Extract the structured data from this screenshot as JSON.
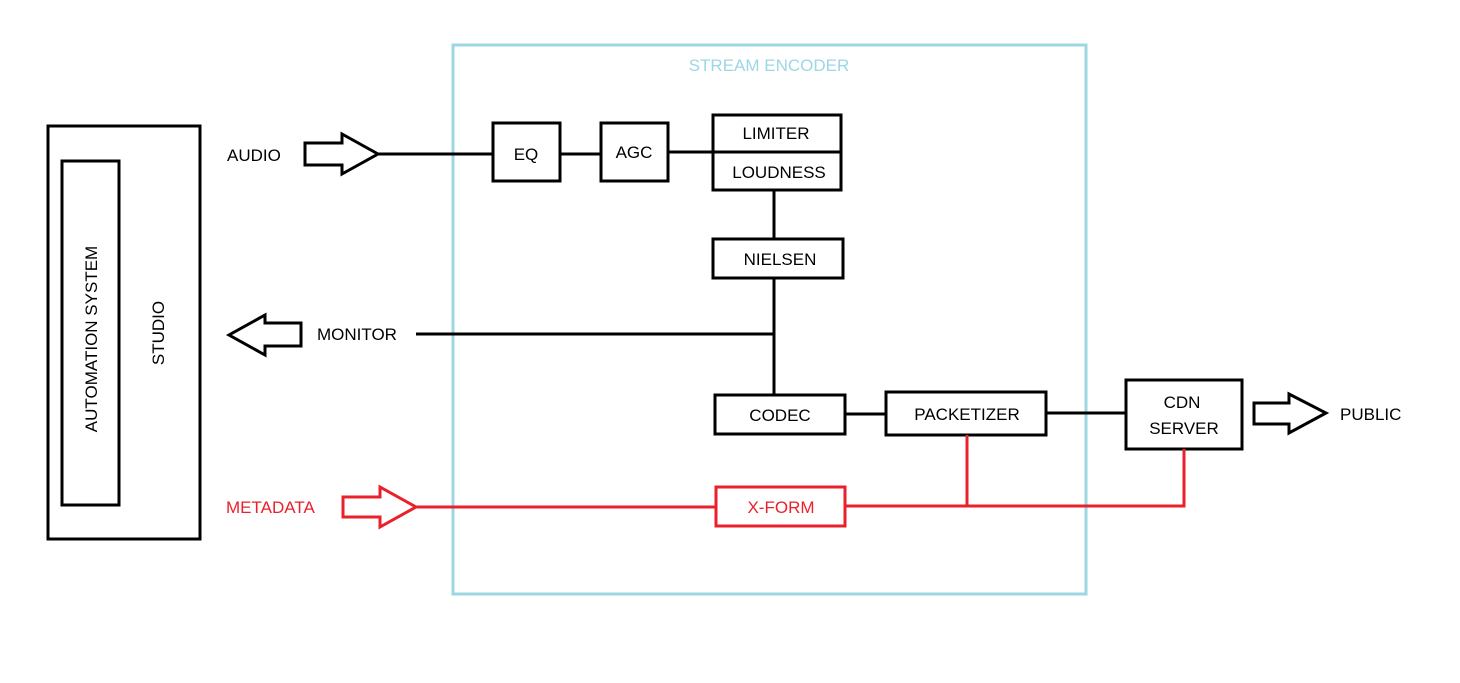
{
  "colors": {
    "line": "#000000",
    "metadata": "#e8212b",
    "encoder_frame": "#9dd7e4",
    "background": "#ffffff"
  },
  "studio": {
    "label": "STUDIO",
    "automation_label": "AUTOMATION SYSTEM"
  },
  "encoder": {
    "title": "STREAM ENCODER"
  },
  "signals": {
    "audio": "AUDIO",
    "monitor": "MONITOR",
    "metadata": "METADATA",
    "public": "PUBLIC"
  },
  "blocks": {
    "eq": "EQ",
    "agc": "AGC",
    "limiter": "LIMITER",
    "loudness": "LOUDNESS",
    "nielsen": "NIELSEN",
    "codec": "CODEC",
    "packetizer": "PACKETIZER",
    "xform": "X-FORM",
    "cdn_line1": "CDN",
    "cdn_line2": "SERVER"
  }
}
